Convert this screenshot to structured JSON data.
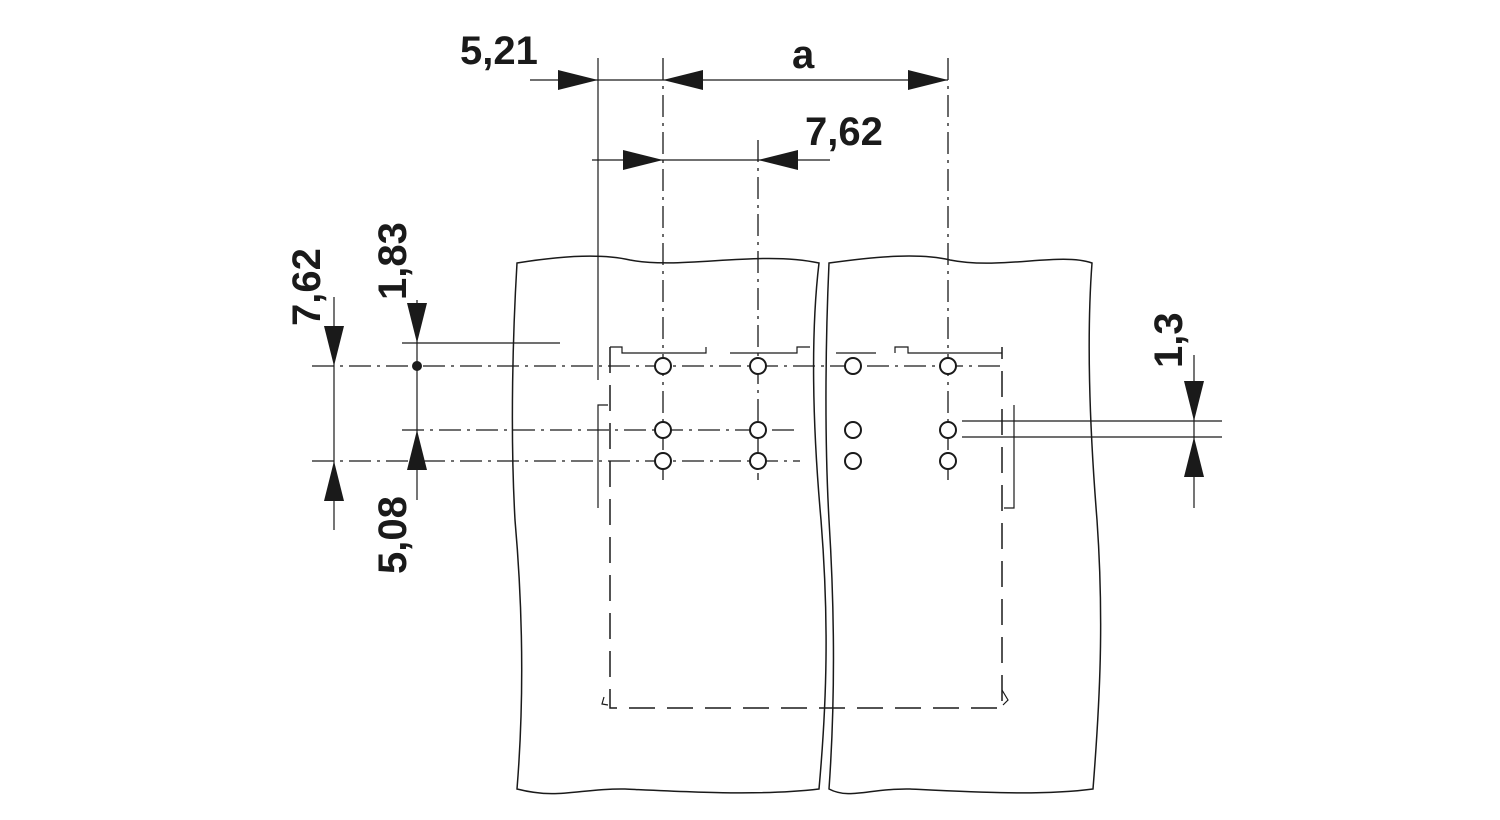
{
  "dimensions": {
    "offset_first": "5,21",
    "pitch_a": "a",
    "pitch_horizontal": "7,62",
    "pitch_vertical": "7,62",
    "offset_top": "1,83",
    "row_spacing": "5,08",
    "pin_offset": "1,3"
  }
}
